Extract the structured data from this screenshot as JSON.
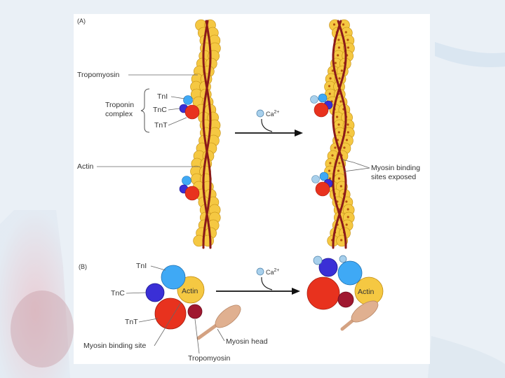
{
  "panel_a": {
    "label": "(A)",
    "tropomyosin": "Tropomyosin",
    "troponin_line1": "Troponin",
    "troponin_line2": "complex",
    "tni": "TnI",
    "tnc": "TnC",
    "tnt": "TnT",
    "actin": "Actin",
    "calcium": "Ca",
    "calcium_sup": "2+",
    "binding_line1": "Myosin binding",
    "binding_line2": "sites exposed"
  },
  "panel_b": {
    "label": "(B)",
    "tni": "TnI",
    "tnc": "TnC",
    "tnt": "TnT",
    "actin_left": "Actin",
    "actin_right": "Actin",
    "calcium": "Ca",
    "calcium_sup": "2+",
    "myosin_binding_site": "Myosin binding site",
    "myosin_head": "Myosin head",
    "tropomyosin": "Tropomyosin"
  },
  "colors": {
    "actin": "#f5c842",
    "actin_edge": "#c08a10",
    "tropomyosin": "#8b1a1a",
    "tni": "#3fa9f5",
    "tnc": "#3a2fd6",
    "tnt": "#e8321e",
    "myosin": "#e0b090",
    "calcium": "#a8d0ec"
  }
}
